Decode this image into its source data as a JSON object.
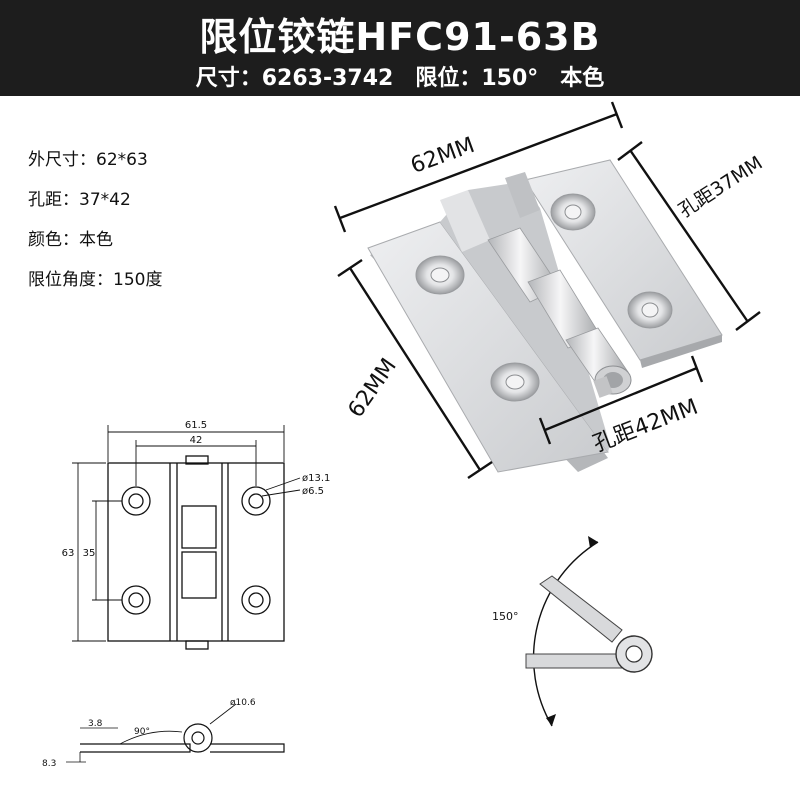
{
  "header": {
    "title": "限位铰链HFC91-63B",
    "subtitle": "尺寸：6263-3742　限位：150°　本色"
  },
  "specs": [
    {
      "label": "外尺寸：",
      "value": "62*63"
    },
    {
      "label": "孔距：",
      "value": "37*42"
    },
    {
      "label": "颜色：",
      "value": "本色"
    },
    {
      "label": "限位角度：",
      "value": "150度"
    }
  ],
  "photo_dims": {
    "top": "62MM",
    "right": "孔距37MM",
    "left": "62MM",
    "bottom": "孔距42MM"
  },
  "drawing": {
    "width_total": "61.5",
    "hole_spacing_x": "42",
    "height_total": "63",
    "hole_spacing_y": "35",
    "outer_dia": "ø13.1",
    "inner_dia": "ø6.5"
  },
  "side_view": {
    "thickness": "3.8",
    "angle": "90°",
    "knuckle_dia": "ø10.6",
    "height": "8.3"
  },
  "rotation": {
    "angle": "150°"
  },
  "colors": {
    "header_bg": "#1d1d1d",
    "metal": "#d9dadc",
    "line": "#111111"
  }
}
